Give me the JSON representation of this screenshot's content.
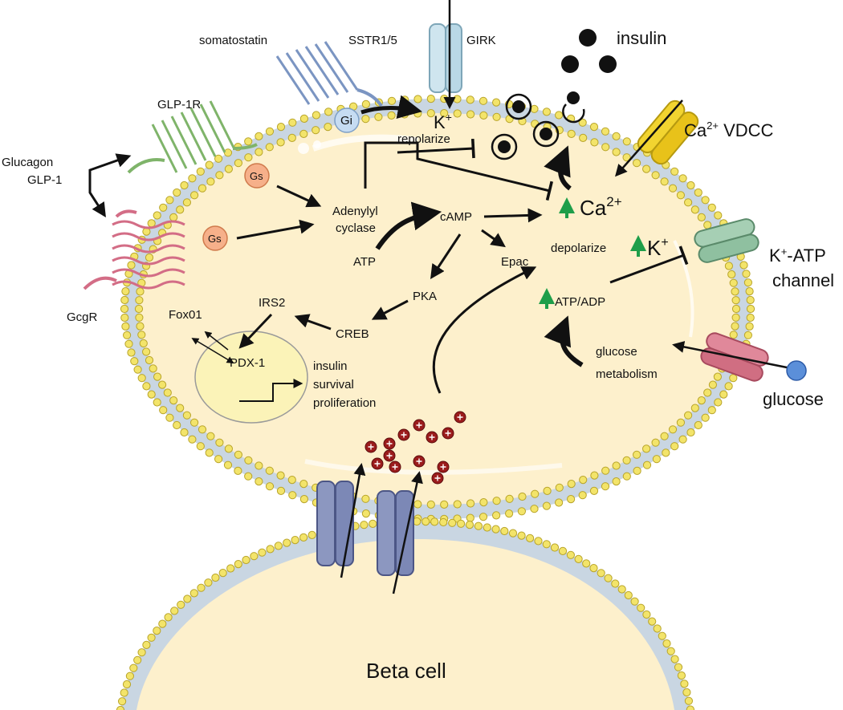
{
  "labels": {
    "somatostatin": "somatostatin",
    "sstr": "SSTR1/5",
    "girk": "GIRK",
    "insulin_secreted": "insulin",
    "glp1r": "GLP-1R",
    "glucagon": "Glucagon",
    "glp1": "GLP-1",
    "gi": "Gi",
    "k_repolarize_k": "K",
    "k_repolarize_sup": "+",
    "repolarize": "repolarize",
    "ca_vdcc_ca": "Ca",
    "ca_vdcc_sup": "2+",
    "ca_vdcc_rest": " VDCC",
    "gs_top": "Gs",
    "gs_bottom": "Gs",
    "adenylyl": "Adenylyl",
    "cyclase": "cyclase",
    "camp": "cAMP",
    "ca_center": "Ca",
    "ca_center_sup": "2+",
    "atp": "ATP",
    "epac": "Epac",
    "depolarize": "depolarize",
    "k_depol": "K",
    "k_depol_sup": "+",
    "katp_k": "K",
    "katp_sup": "+",
    "katp_rest": "-ATP",
    "katp_channel": "channel",
    "gcgr": "GcgR",
    "pka": "PKA",
    "irs2": "IRS2",
    "fox01": "Fox01",
    "atp_adp": "ATP/ADP",
    "creb": "CREB",
    "glucose_metabolism_1": "glucose",
    "glucose_metabolism_2": "metabolism",
    "pdx1": "PDX-1",
    "target_1": "insulin",
    "target_2": "survival",
    "target_3": "proliferation",
    "glucose": "glucose",
    "beta_cell": "Beta cell"
  },
  "colors": {
    "cytoplasm": "#fdf0cc",
    "lipid_head": "#f3e46a",
    "lipid_head_stroke": "#b8a42a",
    "tail_band": "#b8c9d8",
    "gs": "#f6b08a",
    "gi": "#c6dcf2",
    "nucleus": "#fbf3b8",
    "up_arrow": "#1e9e4a",
    "ion": "#9b1c1c",
    "granule": "#111111"
  }
}
